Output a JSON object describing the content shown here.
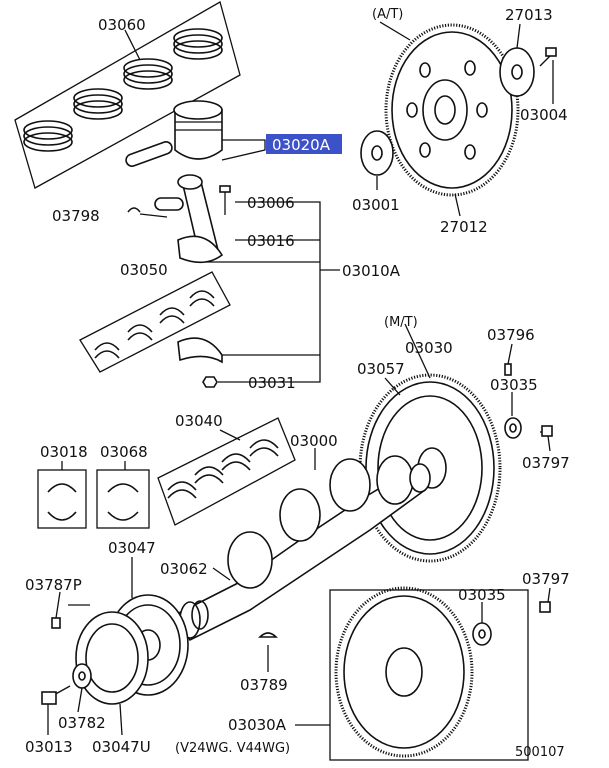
{
  "diagram": {
    "parts": [
      {
        "key": "p03060",
        "number": "03060"
      },
      {
        "key": "p03020a",
        "number": "03020A",
        "highlighted": true
      },
      {
        "key": "p03798",
        "number": "03798"
      },
      {
        "key": "p03006",
        "number": "03006"
      },
      {
        "key": "p03016",
        "number": "03016"
      },
      {
        "key": "p03050",
        "number": "03050"
      },
      {
        "key": "p03010a",
        "number": "03010A"
      },
      {
        "key": "p03031",
        "number": "03031"
      },
      {
        "key": "p27013",
        "number": "27013"
      },
      {
        "key": "p03004",
        "number": "03004"
      },
      {
        "key": "p03001",
        "number": "03001"
      },
      {
        "key": "p27012",
        "number": "27012"
      },
      {
        "key": "p03796",
        "number": "03796"
      },
      {
        "key": "p03030",
        "number": "03030"
      },
      {
        "key": "p03057",
        "number": "03057"
      },
      {
        "key": "p03035a",
        "number": "03035"
      },
      {
        "key": "p03797a",
        "number": "03797"
      },
      {
        "key": "p03040",
        "number": "03040"
      },
      {
        "key": "p03000",
        "number": "03000"
      },
      {
        "key": "p03018",
        "number": "03018"
      },
      {
        "key": "p03068",
        "number": "03068"
      },
      {
        "key": "p03047",
        "number": "03047"
      },
      {
        "key": "p03062",
        "number": "03062"
      },
      {
        "key": "p03787p",
        "number": "03787P"
      },
      {
        "key": "p03797b",
        "number": "03797"
      },
      {
        "key": "p03035b",
        "number": "03035"
      },
      {
        "key": "p03789",
        "number": "03789"
      },
      {
        "key": "p03782",
        "number": "03782"
      },
      {
        "key": "p03013",
        "number": "03013"
      },
      {
        "key": "p03047u",
        "number": "03047U"
      },
      {
        "key": "p03030a",
        "number": "03030A"
      }
    ],
    "notes": {
      "at": "(A/T)",
      "mt": "(M/T)",
      "variant": "(V24WG. V44WG)",
      "diagram_code": "500107"
    },
    "colors": {
      "highlight": "#3d52c9",
      "line": "#111111"
    }
  }
}
